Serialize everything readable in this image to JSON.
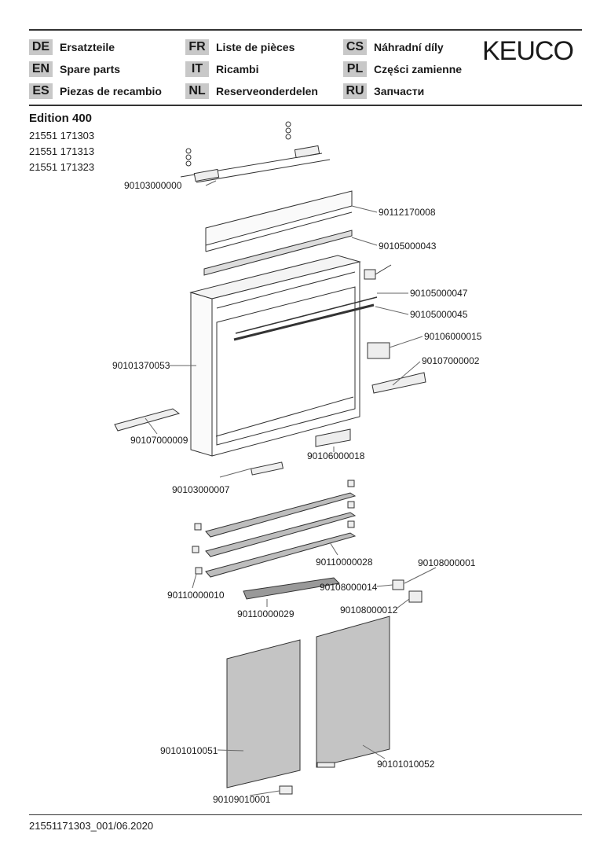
{
  "languages": [
    {
      "code": "DE",
      "label": "Ersatzteile"
    },
    {
      "code": "EN",
      "label": "Spare parts"
    },
    {
      "code": "ES",
      "label": "Piezas de recambio"
    },
    {
      "code": "FR",
      "label": "Liste de pièces"
    },
    {
      "code": "IT",
      "label": "Ricambi"
    },
    {
      "code": "NL",
      "label": "Reserveonderdelen"
    },
    {
      "code": "CS",
      "label": "Náhradní díly"
    },
    {
      "code": "PL",
      "label": "Części zamienne"
    },
    {
      "code": "RU",
      "label": "Запчасти"
    }
  ],
  "brand": "KEUCO",
  "product": {
    "title": "Edition 400",
    "models": [
      "21551 171303",
      "21551 171313",
      "21551 171323"
    ]
  },
  "parts": [
    "90103000000",
    "90112170008",
    "90105000043",
    "90105000047",
    "90105000045",
    "90106000015",
    "90107000002",
    "90101370053",
    "90107000009",
    "90106000018",
    "90103000007",
    "90110000028",
    "90108000001",
    "90108000014",
    "90110000010",
    "90108000012",
    "90110000029",
    "90101010051",
    "90101010052",
    "90109010001"
  ],
  "footer": "21551171303_001/06.2020"
}
